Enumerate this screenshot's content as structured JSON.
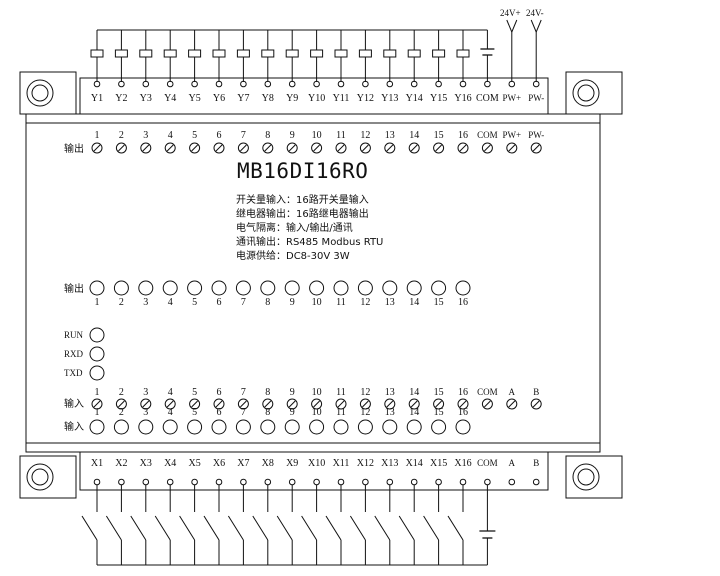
{
  "model": "MB16DI16RO",
  "power_supply_labels": [
    "24V+",
    "24V-"
  ],
  "top_terminals": [
    "Y1",
    "Y2",
    "Y3",
    "Y4",
    "Y5",
    "Y6",
    "Y7",
    "Y8",
    "Y9",
    "Y10",
    "Y11",
    "Y12",
    "Y13",
    "Y14",
    "Y15",
    "Y16",
    "COM",
    "PW+",
    "PW-"
  ],
  "output_terminal_row": {
    "label": "输出",
    "labels": [
      "1",
      "2",
      "3",
      "4",
      "5",
      "6",
      "7",
      "8",
      "9",
      "10",
      "11",
      "12",
      "13",
      "14",
      "15",
      "16",
      "COM",
      "PW+",
      "PW-"
    ]
  },
  "specs": [
    "开关量输入：16路开关量输入",
    "继电器输出：16路继电器输出",
    "电气隔离：输入/输出/通讯",
    "通讯输出：RS485 Modbus RTU",
    "电源供给：DC8-30V 3W"
  ],
  "output_leds": {
    "label": "输出",
    "labels": [
      "1",
      "2",
      "3",
      "4",
      "5",
      "6",
      "7",
      "8",
      "9",
      "10",
      "11",
      "12",
      "13",
      "14",
      "15",
      "16"
    ]
  },
  "status_leds": [
    "RUN",
    "RXD",
    "TXD"
  ],
  "input_terminal_row": {
    "label": "输入",
    "labels": [
      "1",
      "2",
      "3",
      "4",
      "5",
      "6",
      "7",
      "8",
      "9",
      "10",
      "11",
      "12",
      "13",
      "14",
      "15",
      "16",
      "COM",
      "A",
      "B"
    ]
  },
  "input_leds": {
    "label": "输入",
    "labels": [
      "1",
      "2",
      "3",
      "4",
      "5",
      "6",
      "7",
      "8",
      "9",
      "10",
      "11",
      "12",
      "13",
      "14",
      "15",
      "16"
    ]
  },
  "bottom_terminals": [
    "X1",
    "X2",
    "X3",
    "X4",
    "X5",
    "X6",
    "X7",
    "X8",
    "X9",
    "X10",
    "X11",
    "X12",
    "X13",
    "X14",
    "X15",
    "X16",
    "COM",
    "A",
    "B"
  ]
}
